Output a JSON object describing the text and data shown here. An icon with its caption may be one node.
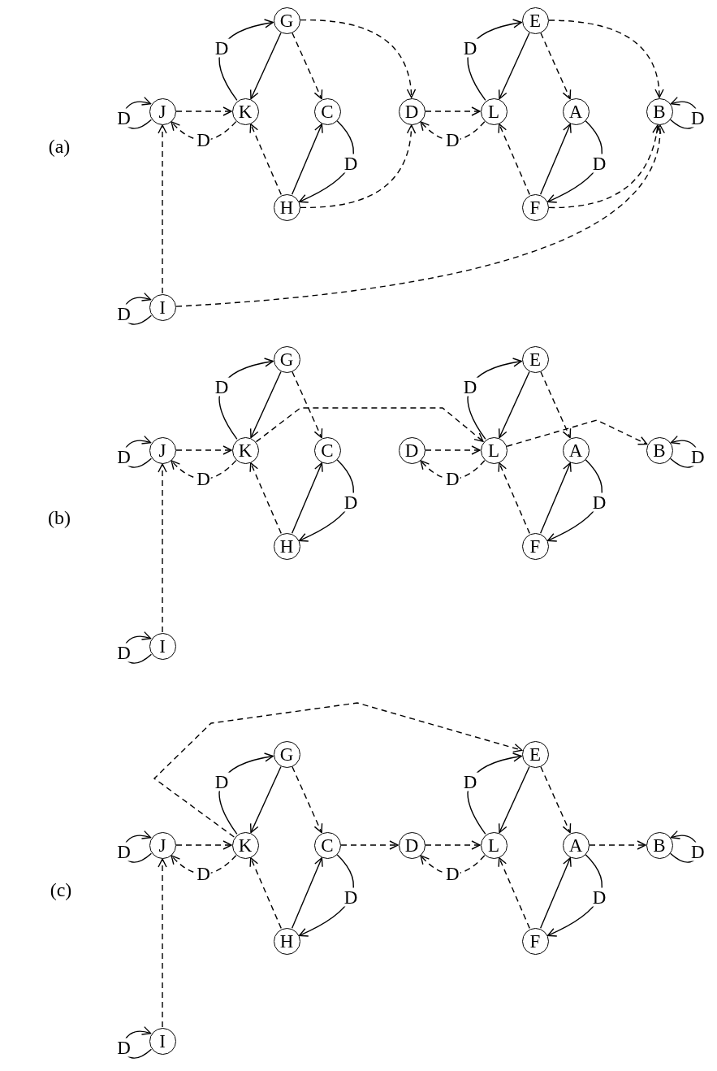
{
  "diagram": {
    "nodes": [
      {
        "text": [
          "G"
        ]
      },
      {
        "text": [
          "E"
        ]
      },
      {
        "text": [
          "J"
        ]
      },
      {
        "text": [
          "K"
        ]
      },
      {
        "text": [
          "C"
        ]
      },
      {
        "text": [
          "D"
        ]
      },
      {
        "text": [
          "L"
        ]
      },
      {
        "text": [
          "A"
        ]
      },
      {
        "text": [
          "B"
        ]
      },
      {
        "text": [
          "H"
        ]
      },
      {
        "text": [
          "F"
        ]
      },
      {
        "text": [
          "I"
        ]
      },
      {
        "text": [
          "G"
        ]
      },
      {
        "text": [
          "E"
        ]
      },
      {
        "text": [
          "J"
        ]
      },
      {
        "text": [
          "K"
        ]
      },
      {
        "text": [
          "C"
        ]
      },
      {
        "text": [
          "D"
        ]
      },
      {
        "text": [
          "L"
        ]
      },
      {
        "text": [
          "A"
        ]
      },
      {
        "text": [
          "B"
        ]
      },
      {
        "text": [
          "H"
        ]
      },
      {
        "text": [
          "F"
        ]
      },
      {
        "text": [
          "I"
        ]
      },
      {
        "text": [
          "G"
        ]
      },
      {
        "text": [
          "E"
        ]
      },
      {
        "text": [
          "J"
        ]
      },
      {
        "text": [
          "K"
        ]
      },
      {
        "text": [
          "C"
        ]
      },
      {
        "text": [
          "D"
        ]
      },
      {
        "text": [
          "L"
        ]
      },
      {
        "text": [
          "A"
        ]
      },
      {
        "text": [
          "B"
        ]
      },
      {
        "text": [
          "H"
        ]
      },
      {
        "text": [
          "F"
        ]
      },
      {
        "text": [
          "I"
        ]
      }
    ],
    "edges": [
      {
        "from": 2,
        "to": 2,
        "arrow": "to",
        "label": "D"
      },
      {
        "from": 2,
        "to": 3,
        "arrow": "to",
        "style": "dashed"
      },
      {
        "from": 3,
        "to": 2,
        "arrow": "to",
        "style": "dashed",
        "label": "D"
      },
      {
        "from": 3,
        "to": 0,
        "arrow": "to",
        "label": "D"
      },
      {
        "from": 0,
        "to": 3,
        "arrow": "to"
      },
      {
        "from": 0,
        "to": 4,
        "arrow": "to",
        "style": "dashed"
      },
      {
        "from": 9,
        "to": 3,
        "arrow": "to",
        "style": "dashed"
      },
      {
        "from": 9,
        "to": 4,
        "arrow": "to"
      },
      {
        "from": 4,
        "to": 9,
        "arrow": "to",
        "label": "D"
      },
      {
        "from": 11,
        "to": 2,
        "arrow": "to",
        "style": "dashed"
      },
      {
        "from": 11,
        "to": 11,
        "arrow": "to",
        "label": "D"
      },
      {
        "from": 5,
        "to": 6,
        "arrow": "to",
        "style": "dashed"
      },
      {
        "from": 6,
        "to": 5,
        "arrow": "to",
        "style": "dashed",
        "label": "D"
      },
      {
        "from": 6,
        "to": 1,
        "arrow": "to",
        "label": "D"
      },
      {
        "from": 1,
        "to": 6,
        "arrow": "to"
      },
      {
        "from": 1,
        "to": 7,
        "arrow": "to",
        "style": "dashed"
      },
      {
        "from": 10,
        "to": 6,
        "arrow": "to",
        "style": "dashed"
      },
      {
        "from": 10,
        "to": 7,
        "arrow": "to"
      },
      {
        "from": 7,
        "to": 10,
        "arrow": "to",
        "label": "D"
      },
      {
        "from": 8,
        "to": 8,
        "arrow": "to",
        "label": "D"
      },
      {
        "from": 0,
        "to": 5,
        "arrow": "to",
        "style": "dashed"
      },
      {
        "from": 9,
        "to": 5,
        "arrow": "to",
        "style": "dashed"
      },
      {
        "from": 11,
        "to": 8,
        "arrow": "to",
        "style": "dashed"
      },
      {
        "from": 1,
        "to": 8,
        "arrow": "to",
        "style": "dashed"
      },
      {
        "from": 10,
        "to": 8,
        "arrow": "to",
        "style": "dashed"
      },
      {
        "from": 14,
        "to": 14,
        "arrow": "to",
        "label": "D"
      },
      {
        "from": 14,
        "to": 15,
        "arrow": "to",
        "style": "dashed"
      },
      {
        "from": 15,
        "to": 14,
        "arrow": "to",
        "style": "dashed",
        "label": "D"
      },
      {
        "from": 15,
        "to": 12,
        "arrow": "to",
        "label": "D"
      },
      {
        "from": 12,
        "to": 15,
        "arrow": "to"
      },
      {
        "from": 12,
        "to": 16,
        "arrow": "to",
        "style": "dashed"
      },
      {
        "from": 21,
        "to": 15,
        "arrow": "to",
        "style": "dashed"
      },
      {
        "from": 21,
        "to": 16,
        "arrow": "to"
      },
      {
        "from": 16,
        "to": 21,
        "arrow": "to",
        "label": "D"
      },
      {
        "from": 23,
        "to": 14,
        "arrow": "to",
        "style": "dashed"
      },
      {
        "from": 23,
        "to": 23,
        "arrow": "to",
        "label": "D"
      },
      {
        "from": 17,
        "to": 18,
        "arrow": "to",
        "style": "dashed"
      },
      {
        "from": 18,
        "to": 17,
        "arrow": "to",
        "style": "dashed",
        "label": "D"
      },
      {
        "from": 18,
        "to": 13,
        "arrow": "to",
        "label": "D"
      },
      {
        "from": 13,
        "to": 18,
        "arrow": "to"
      },
      {
        "from": 13,
        "to": 19,
        "arrow": "to",
        "style": "dashed"
      },
      {
        "from": 22,
        "to": 18,
        "arrow": "to",
        "style": "dashed"
      },
      {
        "from": 22,
        "to": 19,
        "arrow": "to"
      },
      {
        "from": 19,
        "to": 22,
        "arrow": "to",
        "label": "D"
      },
      {
        "from": 20,
        "to": 20,
        "arrow": "to",
        "label": "D"
      },
      {
        "from": 15,
        "to": 18,
        "arrow": "to",
        "style": "dashed"
      },
      {
        "from": 18,
        "to": 20,
        "arrow": "to",
        "style": "dashed"
      },
      {
        "from": 26,
        "to": 26,
        "arrow": "to",
        "label": "D"
      },
      {
        "from": 26,
        "to": 27,
        "arrow": "to",
        "style": "dashed"
      },
      {
        "from": 27,
        "to": 26,
        "arrow": "to",
        "style": "dashed",
        "label": "D"
      },
      {
        "from": 27,
        "to": 24,
        "arrow": "to",
        "label": "D"
      },
      {
        "from": 24,
        "to": 27,
        "arrow": "to"
      },
      {
        "from": 24,
        "to": 28,
        "arrow": "to",
        "style": "dashed"
      },
      {
        "from": 33,
        "to": 27,
        "arrow": "to",
        "style": "dashed"
      },
      {
        "from": 33,
        "to": 28,
        "arrow": "to"
      },
      {
        "from": 28,
        "to": 33,
        "arrow": "to",
        "label": "D"
      },
      {
        "from": 35,
        "to": 26,
        "arrow": "to",
        "style": "dashed"
      },
      {
        "from": 35,
        "to": 35,
        "arrow": "to",
        "label": "D"
      },
      {
        "from": 29,
        "to": 30,
        "arrow": "to",
        "style": "dashed"
      },
      {
        "from": 30,
        "to": 29,
        "arrow": "to",
        "style": "dashed",
        "label": "D"
      },
      {
        "from": 30,
        "to": 25,
        "arrow": "to",
        "label": "D"
      },
      {
        "from": 25,
        "to": 30,
        "arrow": "to"
      },
      {
        "from": 25,
        "to": 31,
        "arrow": "to",
        "style": "dashed"
      },
      {
        "from": 34,
        "to": 30,
        "arrow": "to",
        "style": "dashed"
      },
      {
        "from": 34,
        "to": 31,
        "arrow": "to"
      },
      {
        "from": 31,
        "to": 34,
        "arrow": "to",
        "label": "D"
      },
      {
        "from": 32,
        "to": 32,
        "arrow": "to",
        "label": "D"
      },
      {
        "from": 28,
        "to": 29,
        "arrow": "to",
        "style": "dashed"
      },
      {
        "from": 31,
        "to": 32,
        "arrow": "to",
        "style": "dashed"
      },
      {
        "from": 27,
        "to": 25,
        "arrow": "to",
        "style": "dashed"
      }
    ],
    "labels": [
      "(a)",
      "(b)",
      "(c)"
    ]
  }
}
